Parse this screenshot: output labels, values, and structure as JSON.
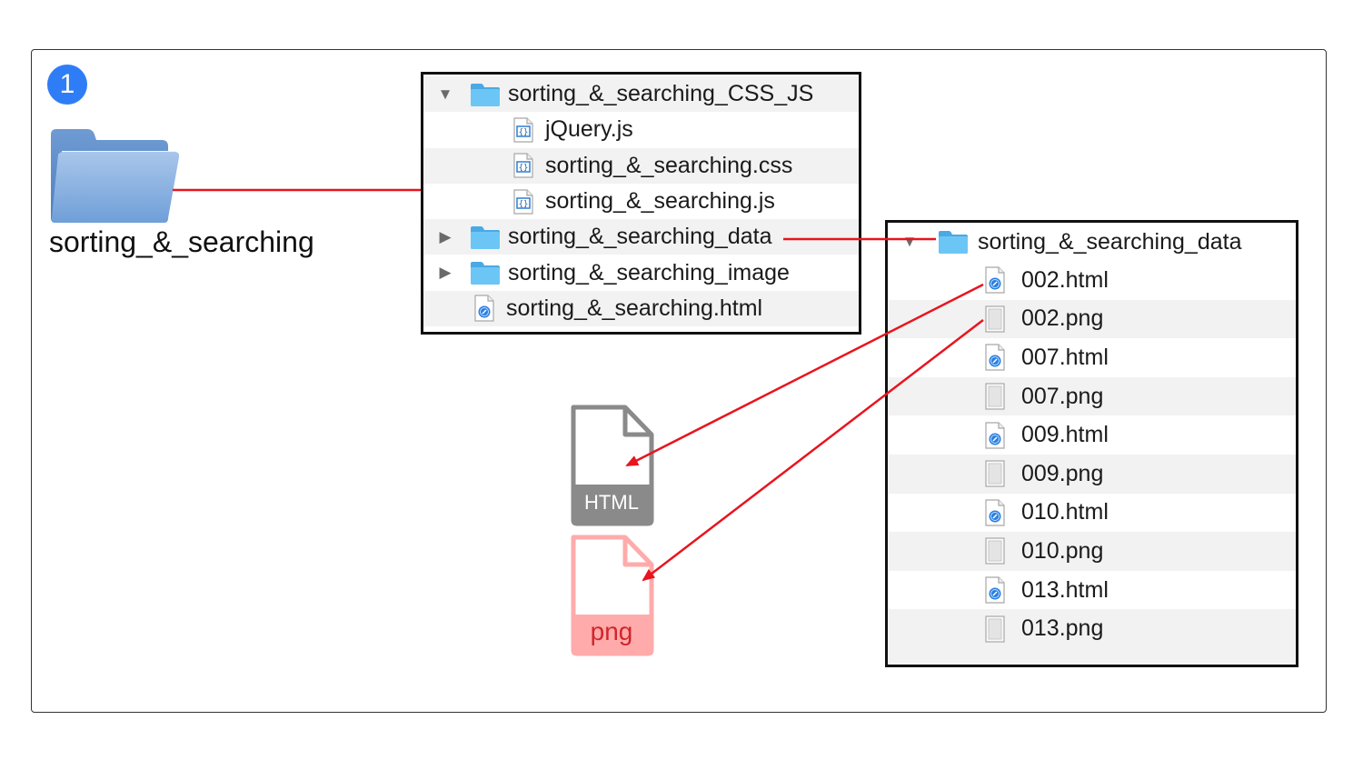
{
  "step_number": "1",
  "root_folder": {
    "label": "sorting_&_searching"
  },
  "tree_panel": {
    "rows": [
      {
        "name": "sorting_&_searching_CSS_JS",
        "kind": "folder",
        "disclosure": "expanded",
        "indent": 0
      },
      {
        "name": "jQuery.js",
        "kind": "script",
        "disclosure": "none",
        "indent": 1
      },
      {
        "name": "sorting_&_searching.css",
        "kind": "script",
        "disclosure": "none",
        "indent": 1
      },
      {
        "name": "sorting_&_searching.js",
        "kind": "script",
        "disclosure": "none",
        "indent": 1
      },
      {
        "name": "sorting_&_searching_data",
        "kind": "folder",
        "disclosure": "collapsed",
        "indent": 0
      },
      {
        "name": "sorting_&_searching_image",
        "kind": "folder",
        "disclosure": "collapsed",
        "indent": 0
      },
      {
        "name": "sorting_&_searching.html",
        "kind": "html",
        "disclosure": "none",
        "indent": 0
      }
    ]
  },
  "data_panel": {
    "folder_name": "sorting_&_searching_data",
    "files": [
      {
        "name": "002.html",
        "kind": "html"
      },
      {
        "name": "002.png",
        "kind": "image"
      },
      {
        "name": "007.html",
        "kind": "html"
      },
      {
        "name": "007.png",
        "kind": "image"
      },
      {
        "name": "009.html",
        "kind": "html"
      },
      {
        "name": "009.png",
        "kind": "image"
      },
      {
        "name": "010.html",
        "kind": "html"
      },
      {
        "name": "010.png",
        "kind": "image"
      },
      {
        "name": "013.html",
        "kind": "html"
      },
      {
        "name": "013.png",
        "kind": "image"
      }
    ]
  },
  "file_type_icons": {
    "html": {
      "label": "HTML",
      "color": "#8a8a8a"
    },
    "png": {
      "label": "png",
      "color": "#ffabab",
      "text_color": "#d0262b"
    }
  },
  "colors": {
    "connector": "#e8141e",
    "badge": "#2f7df6",
    "folder_blue": "#5fbdf0"
  }
}
